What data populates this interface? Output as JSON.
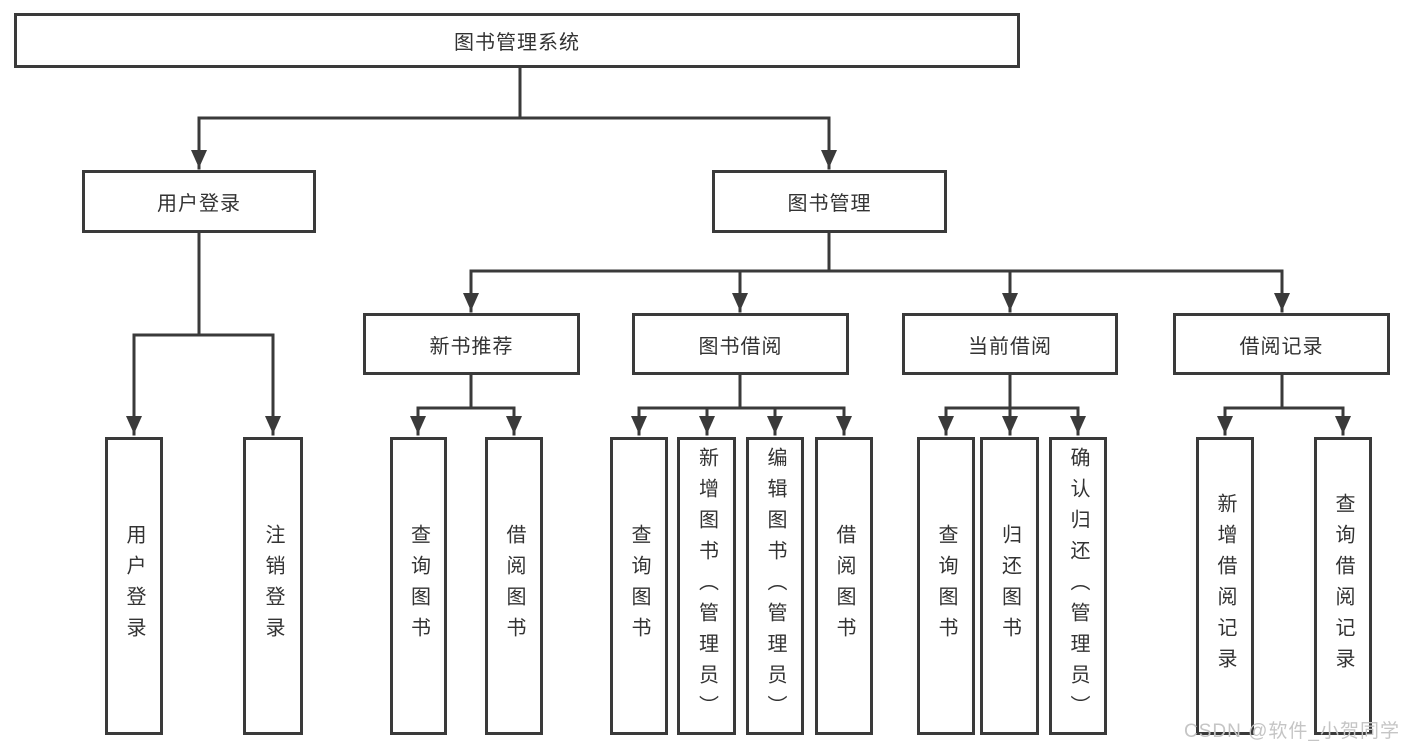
{
  "diagram": {
    "root": {
      "label": "图书管理系统"
    },
    "branches": [
      {
        "label": "用户登录",
        "children": [
          {
            "label": "用户登录"
          },
          {
            "label": "注销登录"
          }
        ]
      },
      {
        "label": "图书管理",
        "children": [
          {
            "label": "新书推荐",
            "children": [
              {
                "label": "查询图书"
              },
              {
                "label": "借阅图书"
              }
            ]
          },
          {
            "label": "图书借阅",
            "children": [
              {
                "label": "查询图书"
              },
              {
                "label": "新增图书（管理员）"
              },
              {
                "label": "编辑图书（管理员）"
              },
              {
                "label": "借阅图书"
              }
            ]
          },
          {
            "label": "当前借阅",
            "children": [
              {
                "label": "查询图书"
              },
              {
                "label": "归还图书"
              },
              {
                "label": "确认归还（管理员）"
              }
            ]
          },
          {
            "label": "借阅记录",
            "children": [
              {
                "label": "新增借阅记录"
              },
              {
                "label": "查询借阅记录"
              }
            ]
          }
        ]
      }
    ]
  },
  "colors": {
    "line": "#3a3a3a",
    "text": "#333333",
    "watermark": "#c5c5c5"
  },
  "watermark": "CSDN @软件_小贺同学"
}
